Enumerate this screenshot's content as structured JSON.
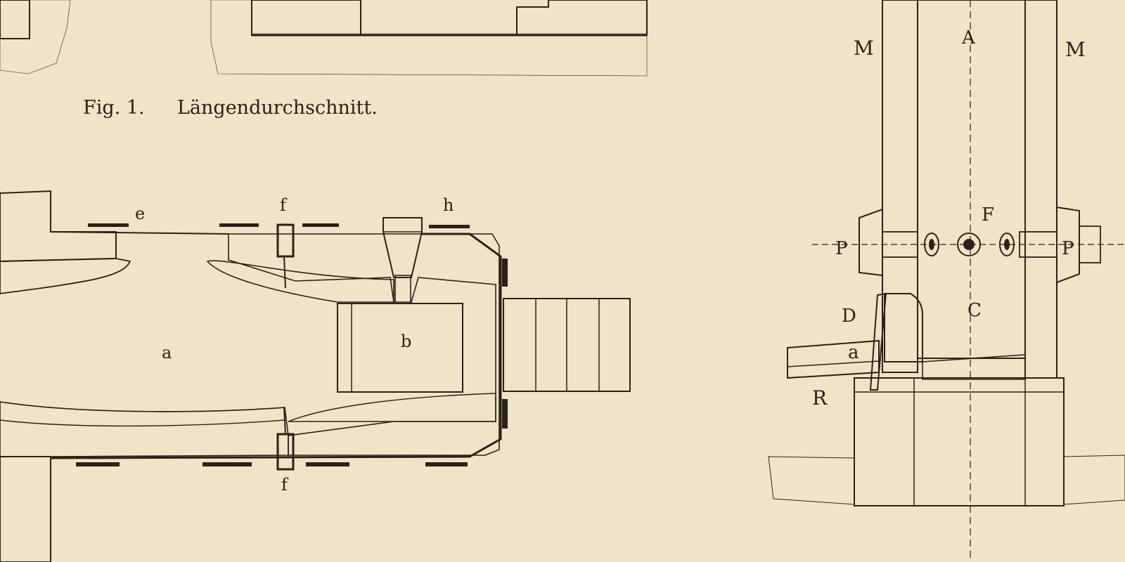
{
  "caption": {
    "fig_number": "Fig. 1.",
    "fig_title": "Längendurchschnitt."
  },
  "left_labels": {
    "e": "e",
    "f_top": "f",
    "h": "h",
    "a": "a",
    "b": "b",
    "f_bottom": "f"
  },
  "right_labels": {
    "A": "A",
    "M_left": "M",
    "M_right": "M",
    "F": "F",
    "P_left": "P",
    "P_right": "P",
    "D": "D",
    "C": "C",
    "a": "a",
    "R": "R"
  },
  "colors": {
    "paper": "#efe3c8",
    "ink": "#2a2218"
  }
}
